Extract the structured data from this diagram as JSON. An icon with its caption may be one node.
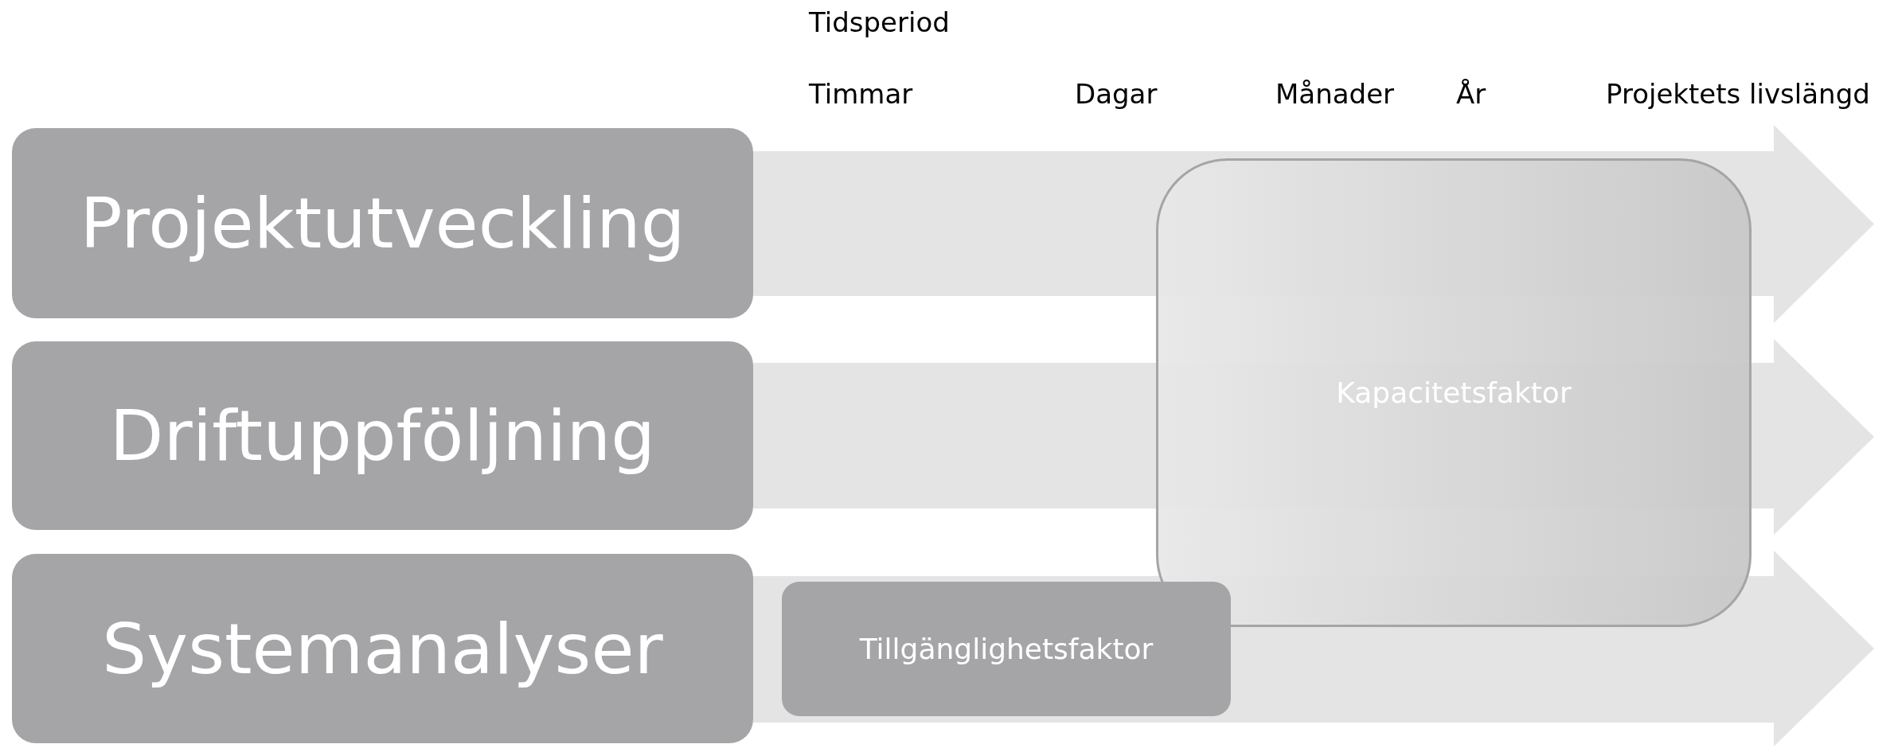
{
  "diagram": {
    "nodes": [
      {
        "text": [
          "Projektutveckling"
        ]
      },
      {
        "text": [
          "Driftuppföljning"
        ]
      },
      {
        "text": [
          "Systemanalyser"
        ]
      },
      {
        "text": [
          "Kapacitetsfaktor"
        ]
      },
      {
        "text": [
          "Tillgänglighetsfaktor"
        ]
      }
    ],
    "labels": [
      "Tidsperiod",
      "Timmar",
      "Dagar",
      "Månader",
      "År",
      "Projektets livslängd"
    ]
  }
}
